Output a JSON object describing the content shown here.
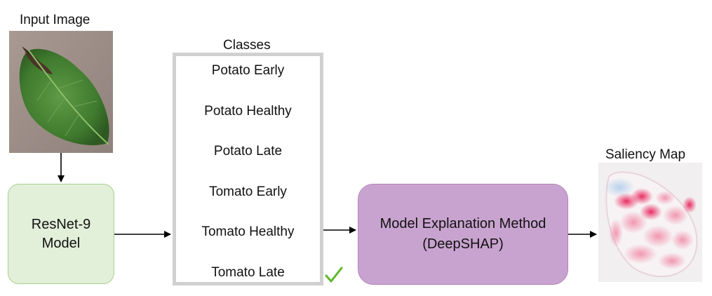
{
  "input_image": {
    "title": "Input Image"
  },
  "model": {
    "line1": "ResNet-9",
    "line2": "Model"
  },
  "classes": {
    "title": "Classes",
    "items": [
      "Potato Early",
      "Potato Healthy",
      "Potato Late",
      "Tomato Early",
      "Tomato Healthy",
      "Tomato Late"
    ],
    "selected": "Tomato Late"
  },
  "explanation": {
    "line1": "Model Explanation Method",
    "line2": "(DeepSHAP)"
  },
  "saliency": {
    "title": "Saliency Map"
  },
  "icons": {
    "check": "check-icon"
  },
  "colors": {
    "model_fill": "#e2efd9",
    "method_fill": "#c9a3cf",
    "check": "#5cb82a",
    "saliency_hot": "#e8245a"
  }
}
